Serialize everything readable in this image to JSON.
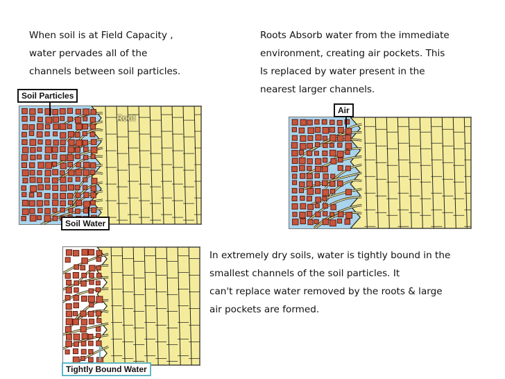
{
  "text_blocks": {
    "field_capacity": [
      "When soil is at Field Capacity ,",
      "water pervades all of the",
      " channels between soil particles."
    ],
    "roots_absorb": [
      "Roots Absorb water  from the immediate",
      " environment, creating air pockets.  This",
      "Is replaced by water present in the",
      " nearest larger channels."
    ],
    "dry_soils": [
      "In extremely dry soils, water is tightly bound in the",
      "smallest channels  of the soil particles. It",
      "can't replace water removed by the roots & large",
      "air pockets are formed."
    ]
  },
  "labels": {
    "soil_particles": "Soil Particles",
    "root": "Root",
    "soil_water": "Soil Water",
    "air": "Air",
    "tightly_bound_water": "Tightly Bound Water"
  },
  "colors": {
    "soil_particle": "#c9553b",
    "soil_particle_edge": "#5a1e12",
    "water": "#a9d4ec",
    "root": "#f4ec9c",
    "root_line": "#222222",
    "bound_water_label_border": "#5fb6c6",
    "root_label": "#f4ec9c"
  }
}
